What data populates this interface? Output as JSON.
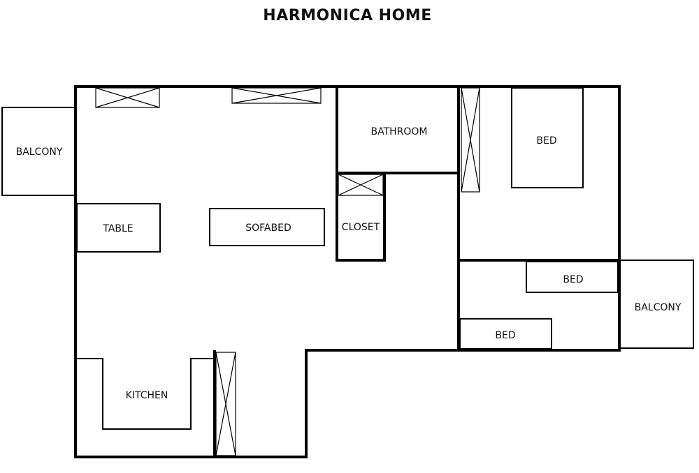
{
  "title": "HARMONICA HOME",
  "colors": {
    "line": "#000000",
    "text": "#111111",
    "background": "#ffffff"
  },
  "labels": {
    "balcony_left": "BALCONY",
    "table": "TABLE",
    "sofabed": "SOFABED",
    "bathroom": "BATHROOM",
    "closet": "CLOSET",
    "bed_master": "BED",
    "bed_upper": "BED",
    "bed_lower": "BED",
    "balcony_right": "BALCONY",
    "kitchen": "KITCHEN"
  }
}
